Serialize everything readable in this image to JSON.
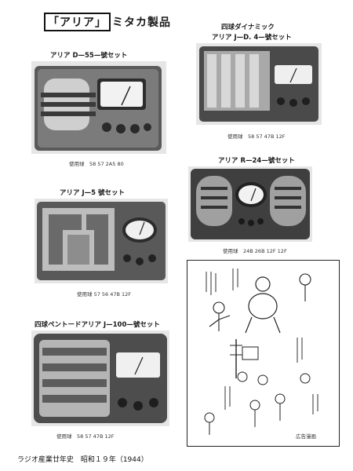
{
  "header": {
    "title_boxed": "「アリア」",
    "title_rest": "ミタカ製品"
  },
  "radios": [
    {
      "caption": "アリア D—55—號セット",
      "tubes": "使用球　58 57 2A5 80"
    },
    {
      "caption_line1": "四球ダイナミック",
      "caption": "アリア J—D. 4—號セット",
      "tubes": "使用球　58 57 47B 12F"
    },
    {
      "caption": "アリア J—5 號セット",
      "tubes": "使用球 57 56 47B 12F"
    },
    {
      "caption": "アリア R—24—號セット",
      "tubes": "使用球　24B 26B 12F 12F"
    },
    {
      "caption": "四球ペントードアリア J—100—號セット",
      "tubes": "使用球　58 57 47B 12F"
    }
  ],
  "cartoon": {
    "signature": "広告漫画"
  },
  "footer": {
    "source": "ラジオ産業廿年史　昭和１９年（1944）"
  }
}
